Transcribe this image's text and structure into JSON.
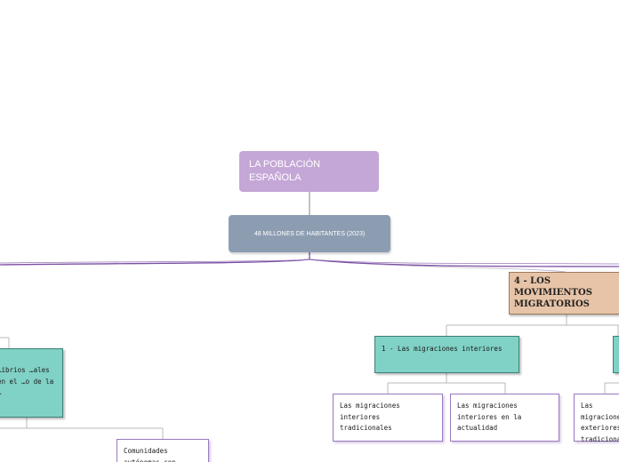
{
  "diagram": {
    "root": {
      "label": "LA POBLACIÓN ESPAÑOLA"
    },
    "population": {
      "label": "48 MILLONES DE HABITANTES (2023)"
    },
    "section4": {
      "label": "4 - LOS MOVIMIENTOS MIGRATORIOS"
    },
    "migraciones_interiores": {
      "label": "1 - Las migraciones interiores"
    },
    "left_branch": {
      "label": "…ibrios …ales en el …o de la …"
    },
    "right_branch": {
      "label": ""
    },
    "leaves": {
      "tradicionales": "Las migraciones interiores tradicionales",
      "actualidad": "Las migraciones interiores en la actualidad",
      "exteriores": "Las migraciones exteriores tradicionales",
      "comunidades": "Comunidades autónomas con"
    },
    "colors": {
      "root": "#c4a7d6",
      "population": "#8c9db2",
      "section": "#e7c4a7",
      "subtopic": "#80d1c6",
      "leaf_border": "#9a78bf",
      "connector": "#7b4fa3"
    }
  }
}
